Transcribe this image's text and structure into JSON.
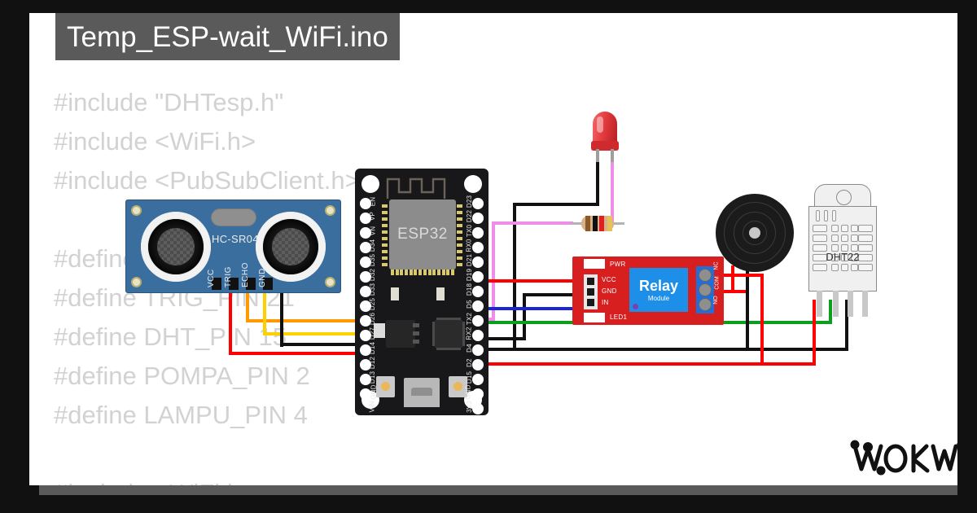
{
  "window": {
    "background_color": "#111111",
    "canvas_color": "#ffffff",
    "shadow_color": "#5a5a5a"
  },
  "title_bar": {
    "filename": "Temp_ESP-wait_WiFi.ino",
    "bg_color": "#5a5a5a",
    "text_color": "#ffffff"
  },
  "code": {
    "text_color": "#d2d2d2",
    "lines": [
      "#include \"DHTesp.h\"",
      "#include <WiFi.h>",
      "#include <PubSubClient.h>",
      "#define ECHO_PIN 5",
      "#define TRIG_PIN 21",
      "#define DHT_PIN 15",
      "#define POMPA_PIN 2",
      "#define LAMPU_PIN 4"
    ],
    "clipped_bottom_line": "#include <WiFi.h>"
  },
  "components": {
    "ultrasonic": {
      "name": "HC-SR04",
      "label": "HC-SR04",
      "board_color": "#3a6e9e",
      "pins": [
        "VCC",
        "TRIG",
        "ECHO",
        "GND"
      ]
    },
    "esp32": {
      "name": "ESP32 DevKit",
      "chip_label": "ESP32",
      "board_color": "#18181a",
      "left_pins": [
        "EN",
        "VP",
        "VN",
        "D34",
        "D35",
        "D32",
        "D33",
        "D25",
        "D26",
        "D27",
        "D14",
        "D12",
        "D13",
        "GND",
        "VIN"
      ],
      "right_pins": [
        "D23",
        "D22",
        "TX0",
        "RX0",
        "D21",
        "D19",
        "D18",
        "D5",
        "TX2",
        "RX2",
        "D4",
        "D2",
        "D15",
        "GND",
        "3V3"
      ]
    },
    "led": {
      "name": "Red LED",
      "color": "#e43b3e"
    },
    "resistor": {
      "name": "Resistor",
      "bands": [
        "#8b5a2b",
        "#111111",
        "#e02020",
        "#e3c35a"
      ],
      "body_color": "#d8b184"
    },
    "relay": {
      "name": "Relay Module",
      "title": "Relay",
      "subtitle": "Module",
      "board_color": "#d81f1f",
      "pwr_label": "PWR",
      "led_label": "LED1",
      "header_pins": [
        "VCC",
        "GND",
        "IN"
      ],
      "terminals": [
        "NO",
        "COM",
        "NC"
      ]
    },
    "buzzer": {
      "name": "Buzzer",
      "color": "#1b1b1b"
    },
    "dht": {
      "name": "DHT22",
      "label": "DHT22",
      "body_color": "#f0f0f0"
    }
  },
  "wires": {
    "colors": {
      "red": "#ff0000",
      "black": "#111111",
      "orange": "#ff9a00",
      "yellow": "#ffd000",
      "green": "#0e9e1e",
      "blue": "#1b24d8",
      "pink": "#ef8ee8",
      "grey": "#9a9a9a"
    }
  },
  "logo": {
    "text": "WOKWI",
    "color": "#111111"
  }
}
